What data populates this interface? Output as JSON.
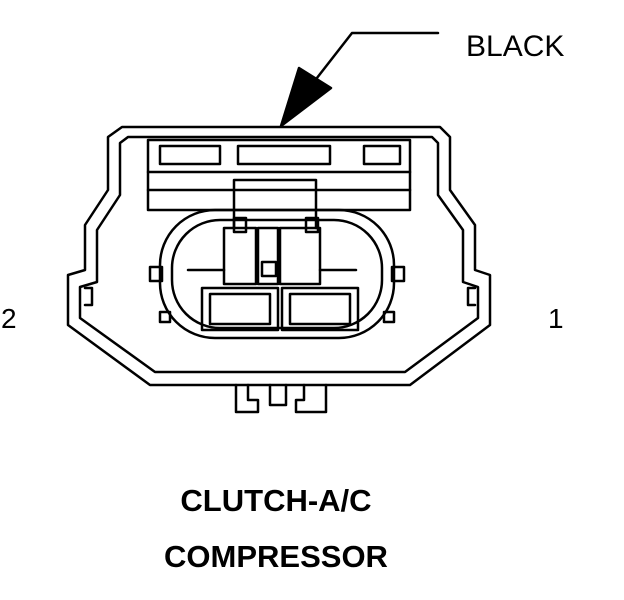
{
  "callout": {
    "label": "BLACK"
  },
  "pins": {
    "left": "2",
    "right": "1"
  },
  "title": {
    "line1": "CLUTCH-A/C",
    "line2": "COMPRESSOR"
  },
  "colors": {
    "ink": "#000000",
    "paper": "#ffffff"
  }
}
